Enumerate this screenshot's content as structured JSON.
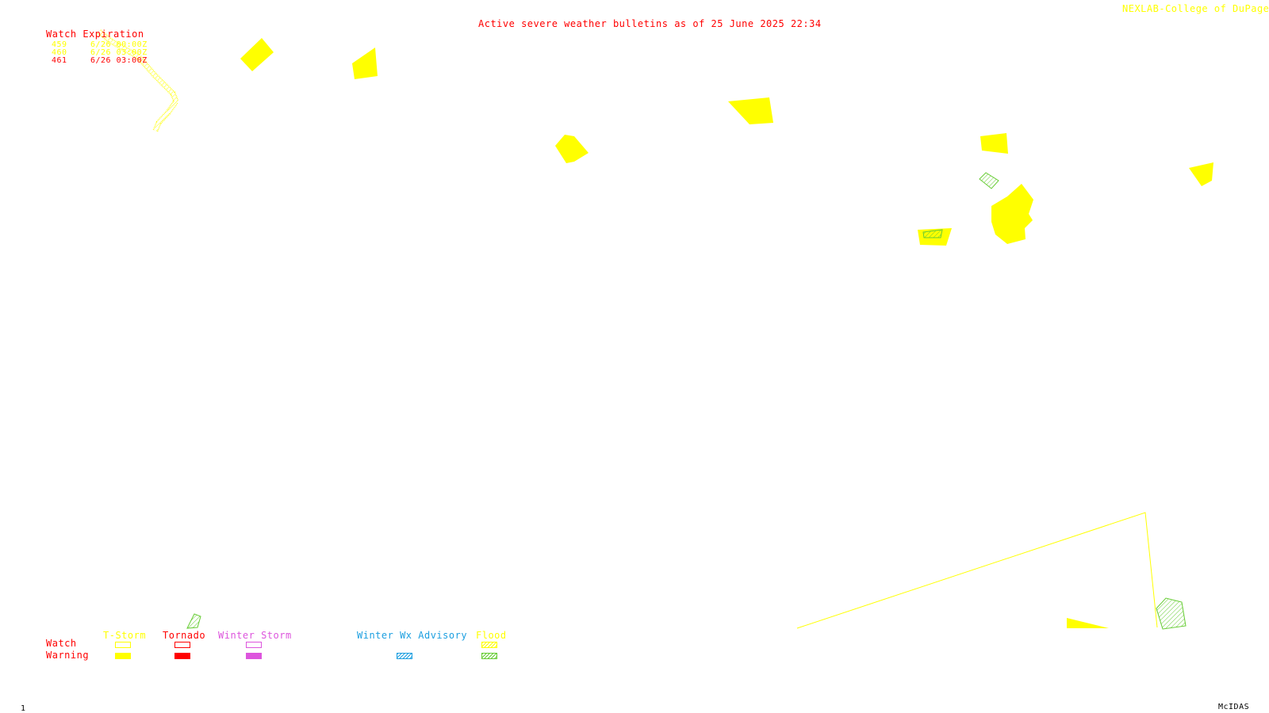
{
  "header": {
    "title": "Active severe weather bulletins as of 25 June 2025 22:34",
    "credit": "NEXLAB-College of DuPage R"
  },
  "watch_expiration": {
    "heading": "Watch Expiration",
    "rows": [
      {
        "id": "459",
        "time": "6/26 00:00Z",
        "color": "#ffff00"
      },
      {
        "id": "460",
        "time": "6/26 03:00Z",
        "color": "#ffff00"
      },
      {
        "id": "461",
        "time": "6/26 03:00Z",
        "color": "#ff0000"
      }
    ]
  },
  "legend": {
    "row_labels": {
      "watch": "Watch",
      "warning": "Warning"
    },
    "categories": [
      {
        "label": "T-Storm",
        "color": "#ffff00",
        "watch_style": "outline",
        "warning_style": "filled"
      },
      {
        "label": "Tornado",
        "color": "#ff0000",
        "watch_style": "outline",
        "warning_style": "filled"
      },
      {
        "label": "Winter Storm",
        "color": "#dd55dd",
        "watch_style": "outline",
        "warning_style": "filled"
      },
      {
        "label": "Winter Wx Advisory",
        "color": "#1c9fe0",
        "warning_style": "hatched"
      },
      {
        "label": "Flood",
        "color": "#ffff00",
        "watch_style": "hatched",
        "warning_style": "hatched-green"
      }
    ]
  },
  "footer": {
    "frame_number": "1",
    "software": "McIDAS"
  },
  "colors": {
    "tstorm": "#ffff00",
    "tornado": "#ff0000",
    "winter_storm": "#dd55dd",
    "winter_advisory": "#1c9fe0",
    "flood_warning": "#66cc33"
  }
}
